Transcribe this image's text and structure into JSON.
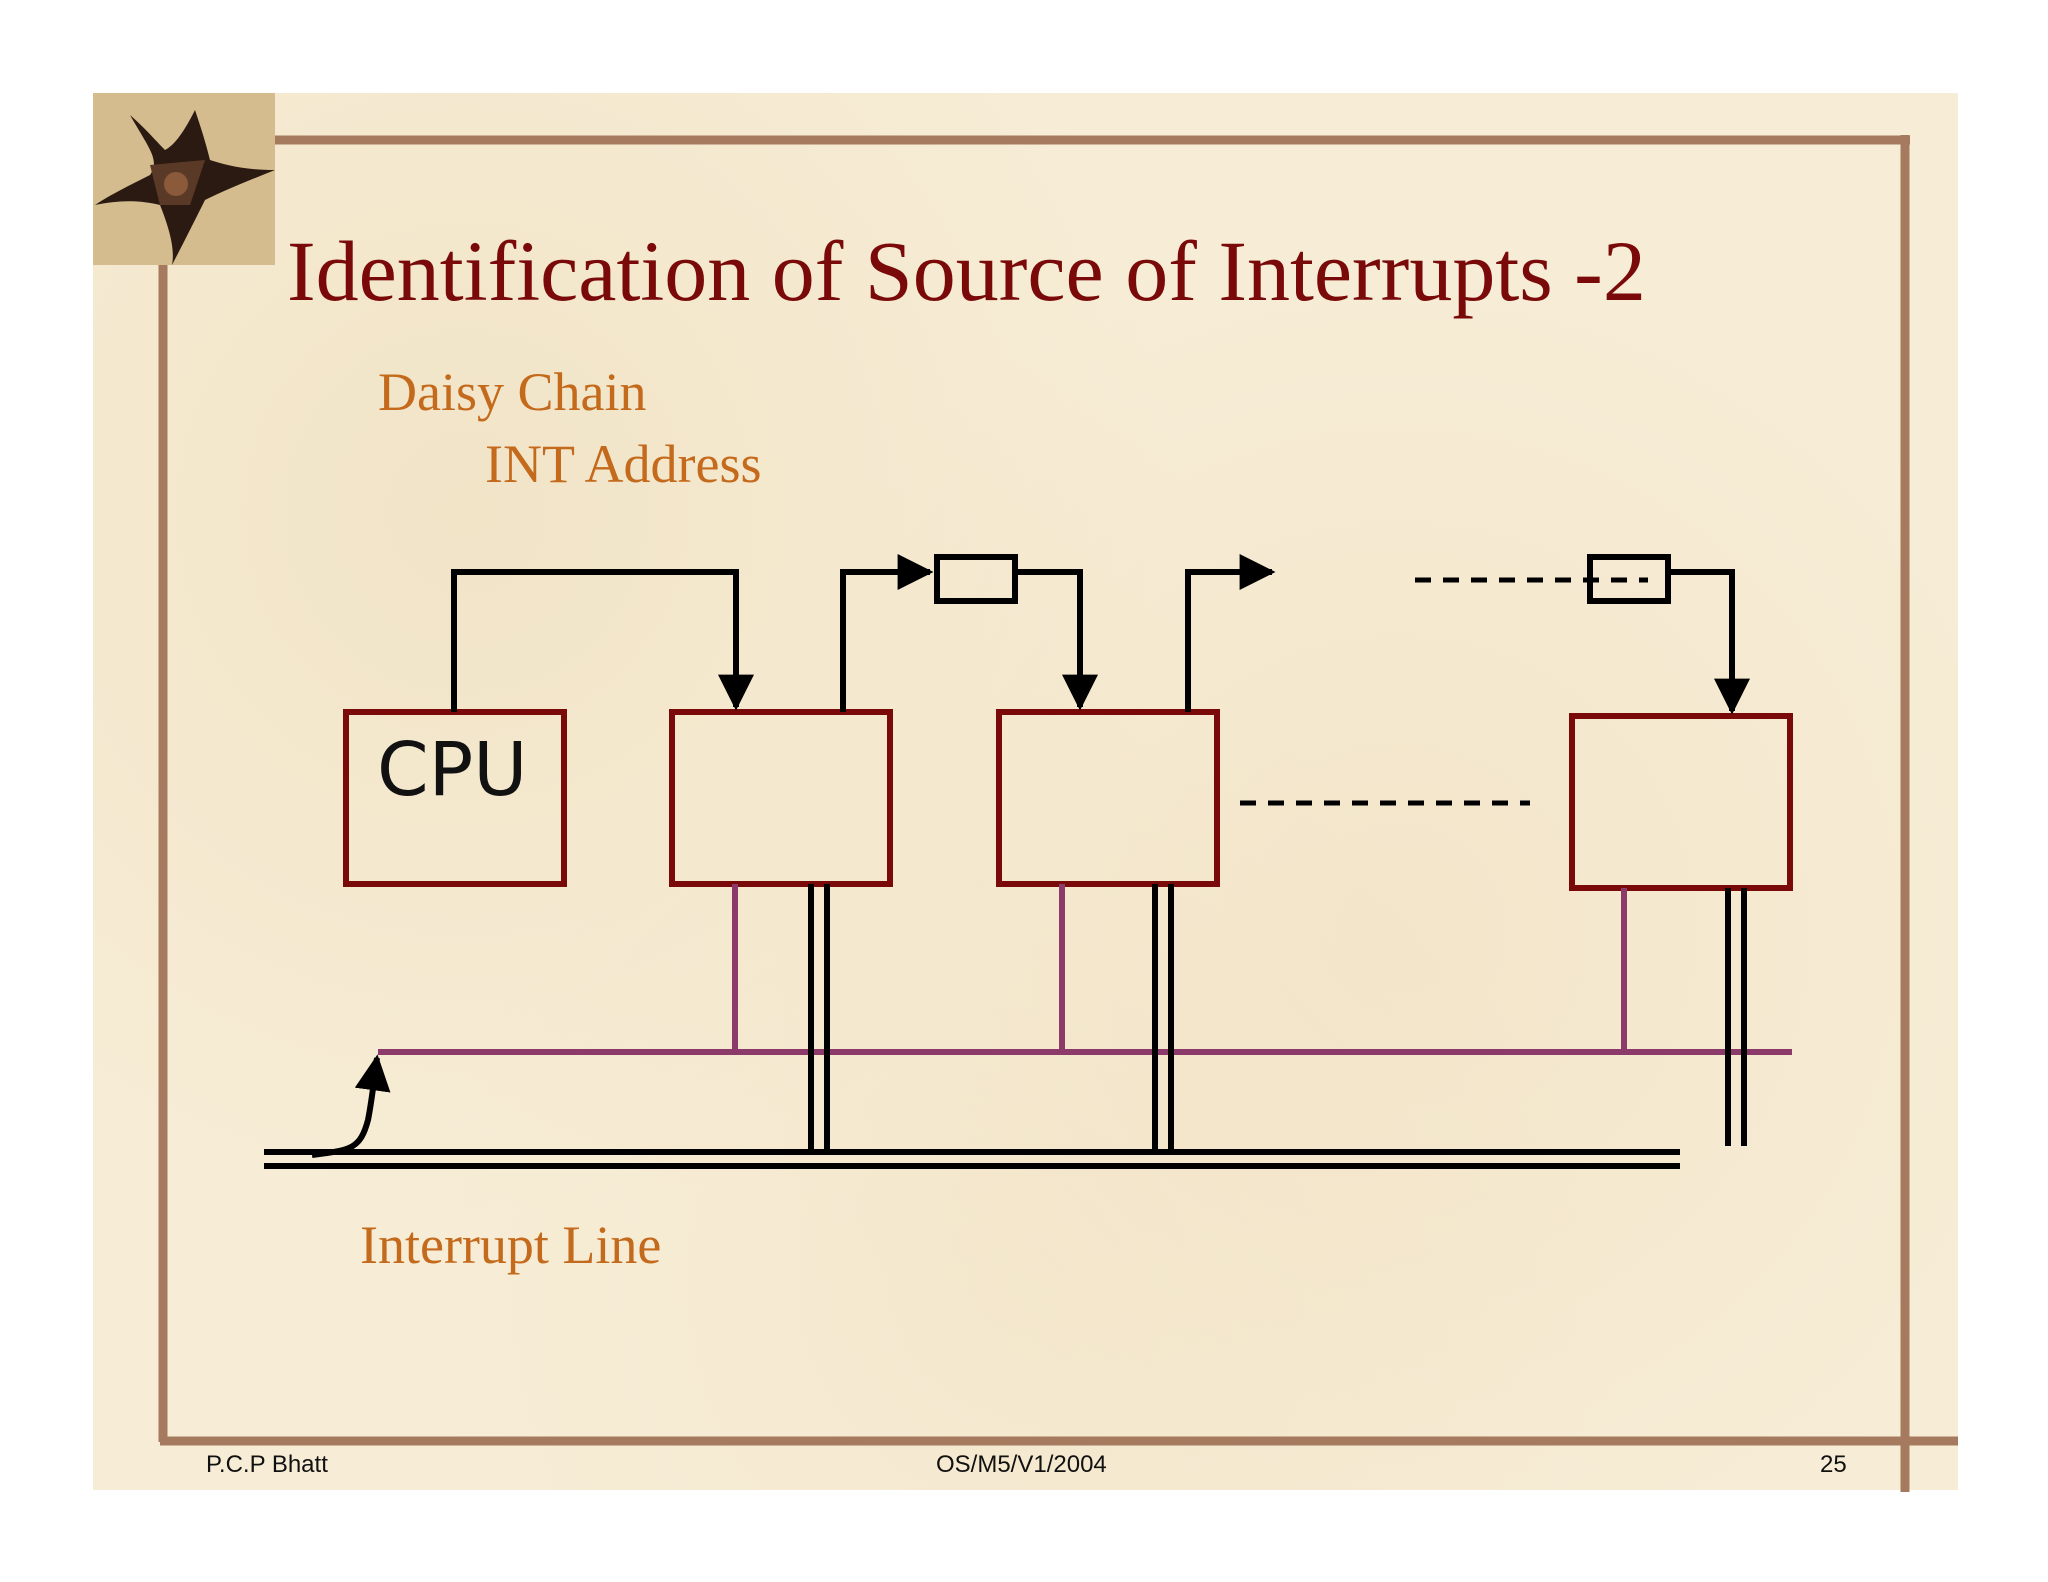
{
  "slide": {
    "title": "Identification of Source of Interrupts -2",
    "subtitle_1": "Daisy Chain",
    "subtitle_2": "INT Address",
    "caption": "Interrupt Line"
  },
  "diagram": {
    "cpu_label": "CPU",
    "node_count": 3
  },
  "footer": {
    "author": "P.C.P Bhatt",
    "code": "OS/M5/V1/2004",
    "page": "25"
  },
  "colors": {
    "title": "#7a0a0a",
    "subtitle": "#c46a1c",
    "frame": "#a57a5e",
    "box_border": "#7a0a0a",
    "interrupt_line": "#8c3a6a",
    "wire": "#000000"
  }
}
